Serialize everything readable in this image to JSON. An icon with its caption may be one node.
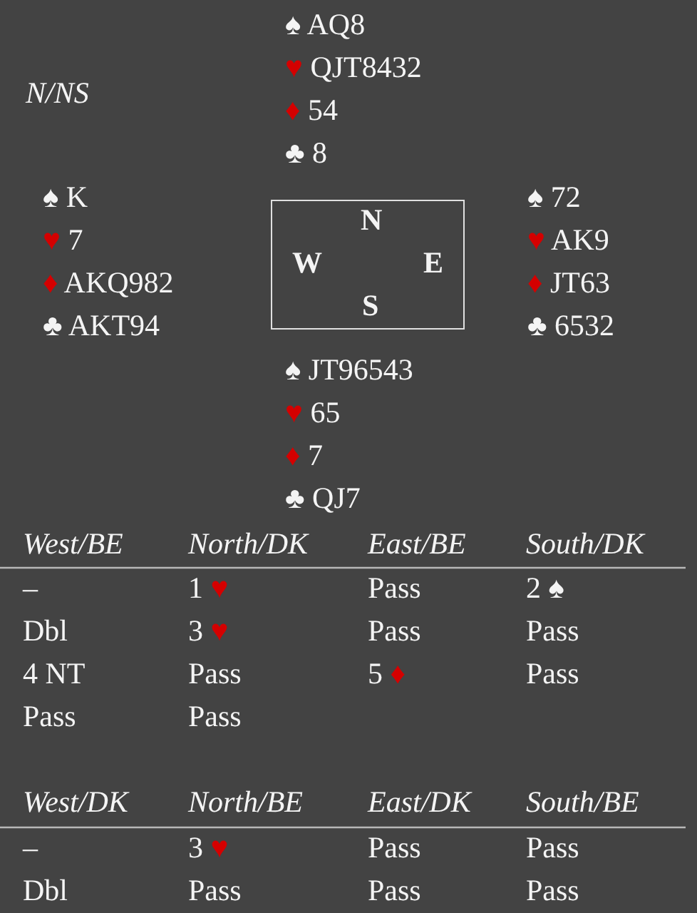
{
  "diagram": {
    "nodes": [
      {
        "text": [
          "N",
          "W",
          "E",
          "S"
        ]
      }
    ],
    "labels": [
      "N/NS",
      "♠ AQ8",
      "♥ QJT8432",
      "♦ 54",
      "♣ 8",
      "♠ K",
      "♥ 7",
      "♦ AKQ982",
      "♣ AKT94",
      "♠ 72",
      "♥ AK9",
      "♦ JT63",
      "♣ 6532",
      "♠ JT96543",
      "♥ 65",
      "♦ 7",
      "♣ QJ7",
      "West/BE",
      "North/DK",
      "East/BE",
      "South/DK",
      "–",
      "1 ♥",
      "Pass",
      "2 ♠",
      "Dbl",
      "3 ♥",
      "Pass",
      "Pass",
      "4 NT",
      "Pass",
      "5 ♦",
      "Pass",
      "Pass",
      "Pass",
      "West/DK",
      "North/BE",
      "East/DK",
      "South/BE",
      "–",
      "3 ♥",
      "Pass",
      "Pass",
      "Dbl",
      "Pass",
      "Pass",
      "Pass"
    ]
  }
}
